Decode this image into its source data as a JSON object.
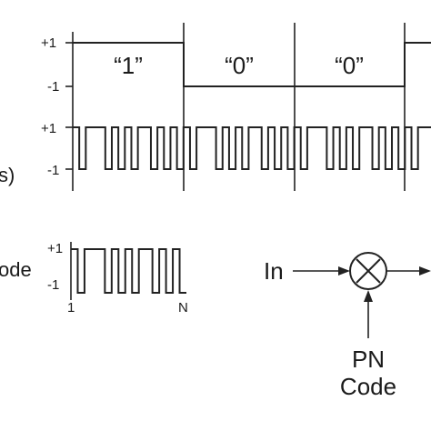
{
  "top_panel": {
    "data_levels": {
      "high": "+1",
      "low": "-1"
    },
    "bit_labels": [
      "“1”",
      "“0”",
      "“0”"
    ],
    "pn_levels": {
      "high": "+1",
      "low": "-1"
    },
    "left_fragment": "s)",
    "bit_values": [
      1,
      0,
      0
    ]
  },
  "code_panel": {
    "row_label": "ode",
    "levels": {
      "high": "+1",
      "low": "-1"
    },
    "start_label": "1",
    "end_label": "N",
    "chips": [
      1,
      0,
      1,
      1,
      1,
      0,
      1,
      0,
      1,
      0,
      1,
      1,
      0,
      1,
      0,
      1,
      0
    ]
  },
  "block": {
    "input_label": "In",
    "multiplier_symbol": "×",
    "pn_label_line1": "PN",
    "pn_label_line2": "Code"
  }
}
